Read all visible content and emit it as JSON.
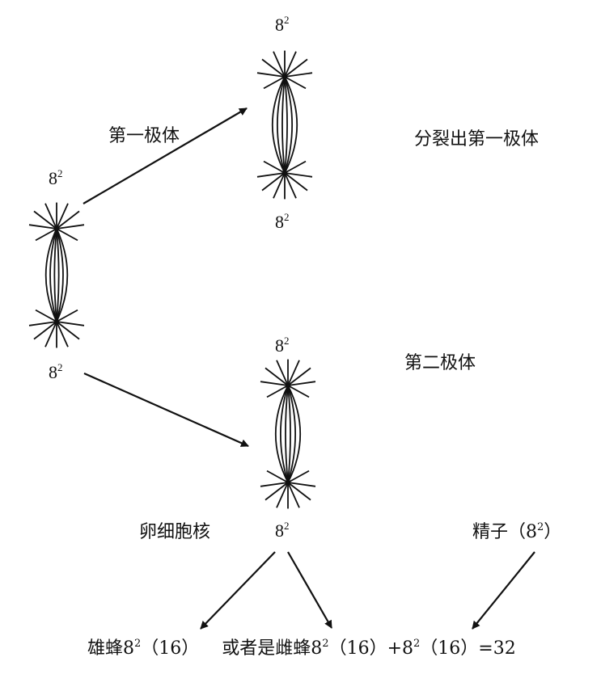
{
  "labels": {
    "top_chrom_top": {
      "base": "8",
      "sup": "2"
    },
    "top_chrom_bottom": {
      "base": "8",
      "sup": "2"
    },
    "left_chrom_top": {
      "base": "8",
      "sup": "2"
    },
    "left_chrom_bottom": {
      "base": "8",
      "sup": "2"
    },
    "mid_chrom_top": {
      "base": "8",
      "sup": "2"
    },
    "mid_chrom_bottom": {
      "base": "8",
      "sup": "2"
    },
    "first_polar_body": "第一极体",
    "split_first_polar_body": "分裂出第一极体",
    "second_polar_body": "第二极体",
    "egg_nucleus": "卵细胞核",
    "sperm": {
      "pre": "精子（8",
      "sup": "2",
      "post": "）"
    }
  },
  "result": {
    "male_bee": {
      "pre": "雄蜂8",
      "sup": "2",
      "post": "（16）"
    },
    "or_text": "或者是",
    "female_bee": {
      "pre": "雌蜂8",
      "sup": "2",
      "post": "（16）+8"
    },
    "female_bee_tail": {
      "sup": "2",
      "post": "（16）=32"
    }
  },
  "colors": {
    "ink": "#111111",
    "background": "#ffffff"
  }
}
